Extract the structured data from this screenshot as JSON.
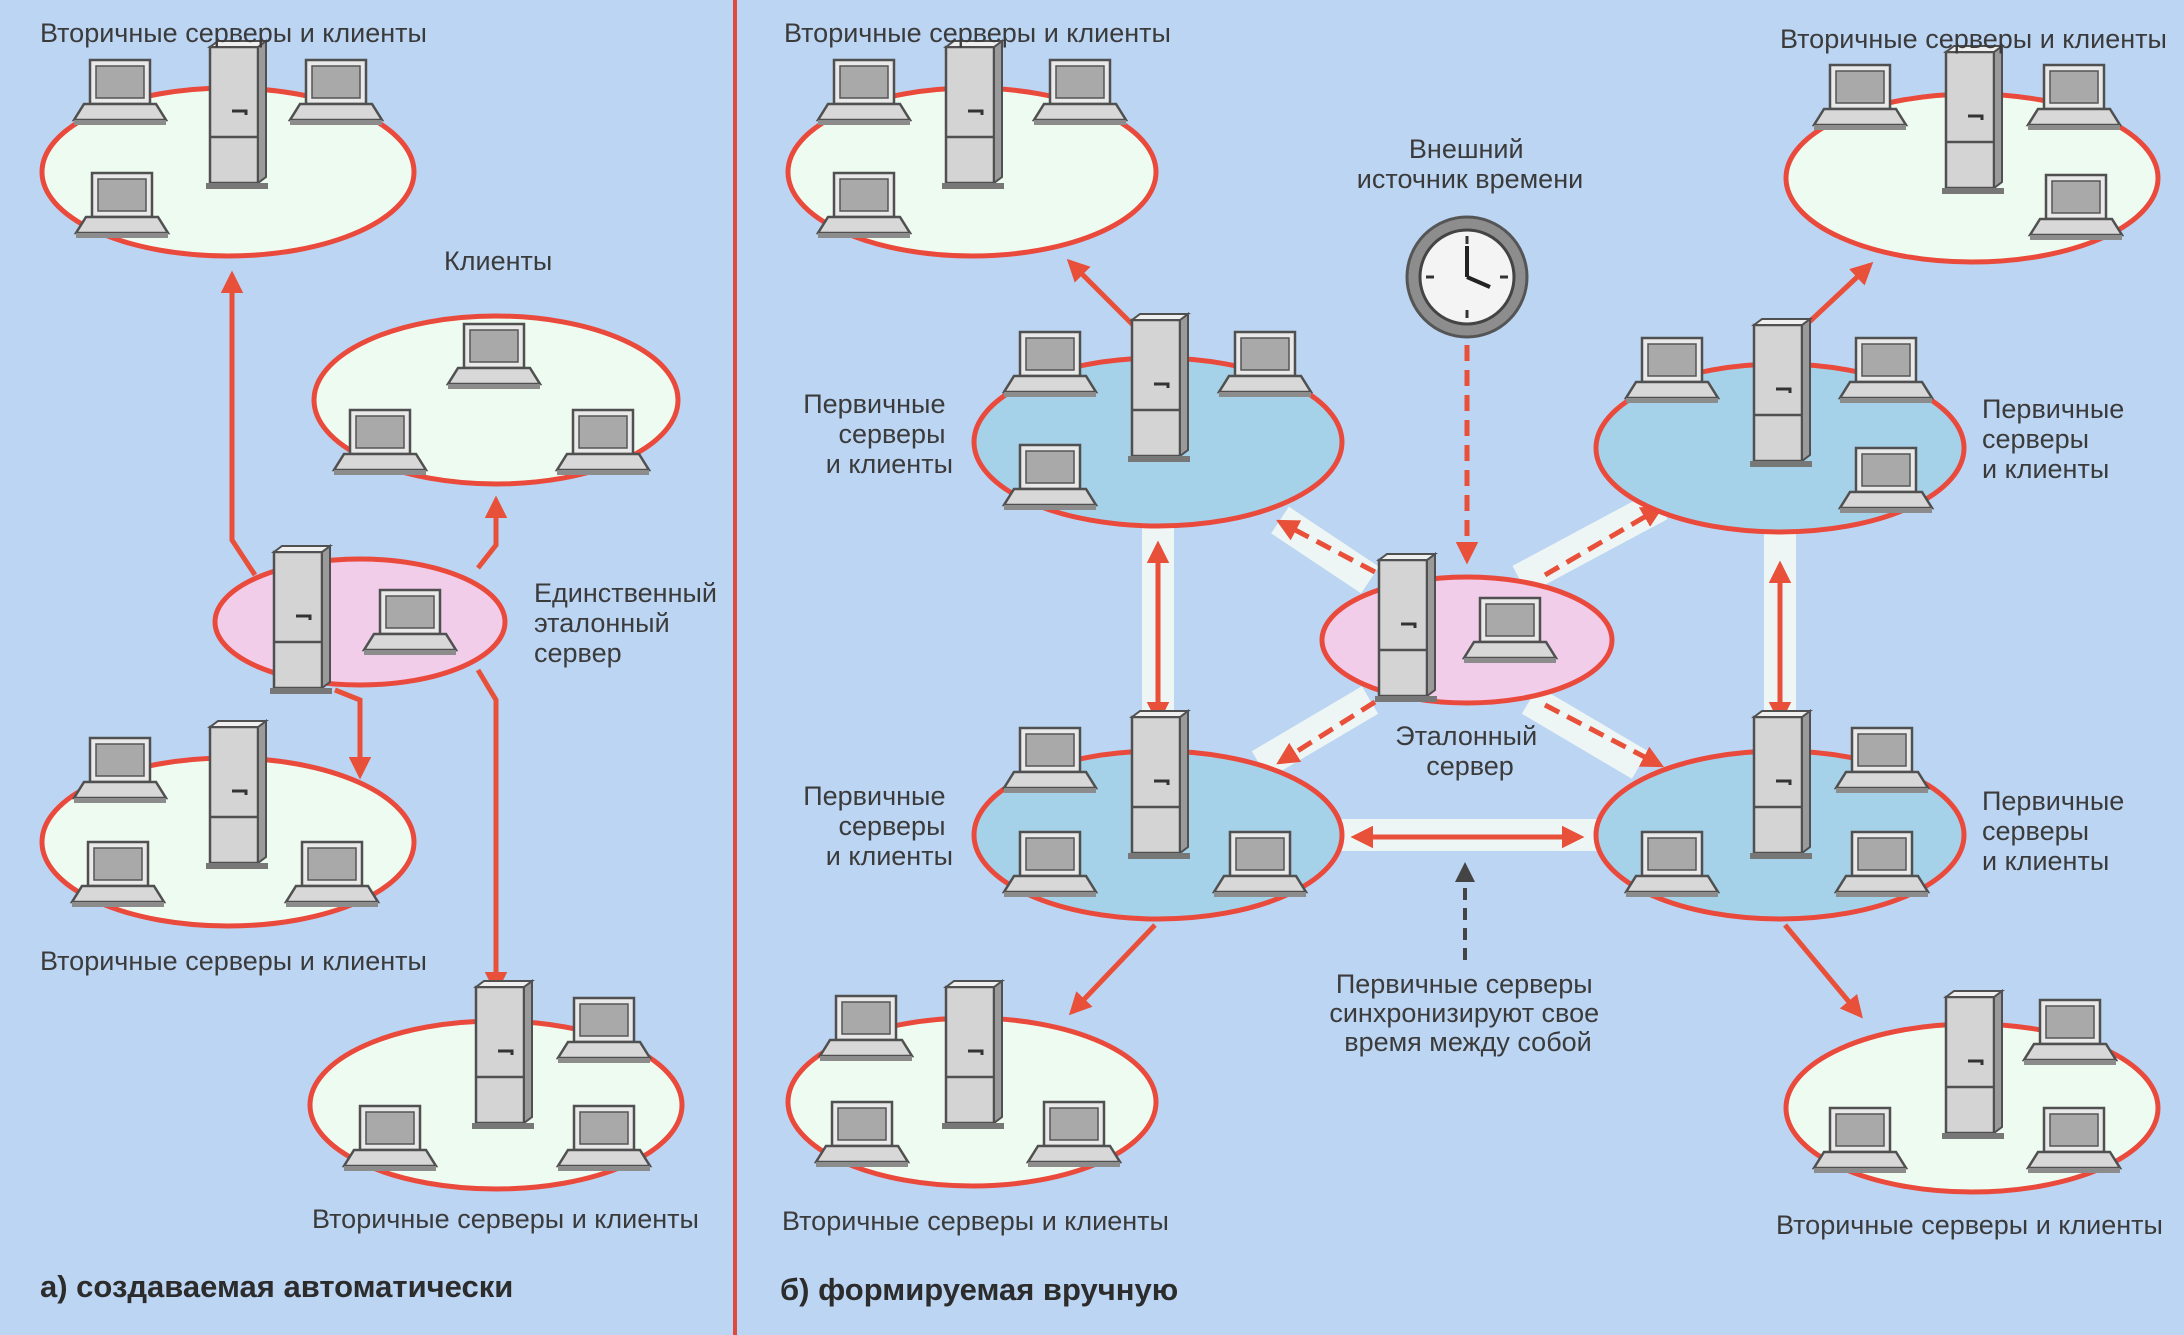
{
  "colors": {
    "background": "#bcd5f3",
    "divider": "#e0473d",
    "ellipse_outline": "#ea4a3c",
    "arrow": "#e8503a",
    "secondary_fill": "#eefbf0",
    "primary_fill": "#a5d1e9",
    "reference_fill": "#f1cdea",
    "link_band": "#edf6f4"
  },
  "left_panel": {
    "caption": "а) создаваемая автоматически",
    "labels": {
      "secondary_top": "Вторичные серверы и клиенты",
      "clients": "Клиенты",
      "sole_reference": [
        "Единственный",
        "эталонный",
        "сервер"
      ],
      "secondary_mid": "Вторичные серверы и клиенты",
      "secondary_bottom": "Вторичные серверы и клиенты"
    }
  },
  "right_panel": {
    "caption": "б) формируемая вручную",
    "labels": {
      "secondary_tl": "Вторичные серверы и клиенты",
      "secondary_tr": "Вторичные серверы и клиенты",
      "secondary_bl": "Вторичные серверы и клиенты",
      "secondary_br": "Вторичные серверы и клиенты",
      "external_source": [
        "Внешний",
        "источник времени"
      ],
      "primary_tl": [
        "Первичные",
        "серверы",
        "и клиенты"
      ],
      "primary_tr": [
        "Первичные",
        "серверы",
        "и клиенты"
      ],
      "primary_bl": [
        "Первичные",
        "серверы",
        "и клиенты"
      ],
      "primary_br": [
        "Первичные",
        "серверы",
        "и клиенты"
      ],
      "reference": [
        "Эталонный",
        "сервер"
      ],
      "sync_note": [
        "Первичные серверы",
        "синхронизируют свое",
        "время между собой"
      ]
    }
  }
}
